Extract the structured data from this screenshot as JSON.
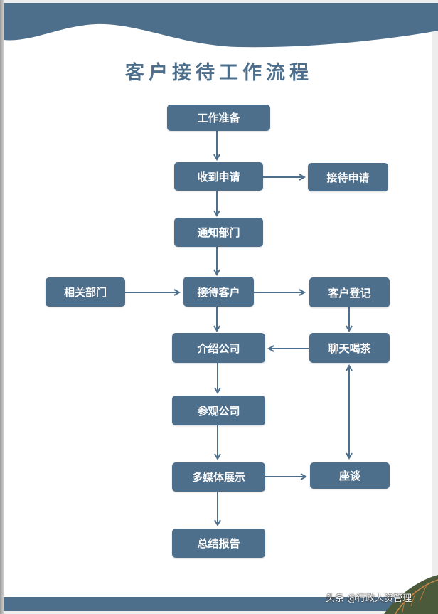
{
  "title": "客户接待工作流程",
  "colors": {
    "primary": "#4e6f8c",
    "background": "#ffffff",
    "text_on_primary": "#ffffff"
  },
  "nodes": {
    "prepare": "工作准备",
    "receive_application": "收到申请",
    "reception_application": "接待申请",
    "notify_department": "通知部门",
    "related_department": "相关部门",
    "receive_customer": "接待客户",
    "customer_registration": "客户登记",
    "introduce_company": "介绍公司",
    "chat_tea": "聊天喝茶",
    "visit_company": "参观公司",
    "multimedia_show": "多媒体展示",
    "discussion": "座谈",
    "summary_report": "总结报告"
  },
  "edges": [
    {
      "from": "工作准备",
      "to": "收到申请"
    },
    {
      "from": "收到申请",
      "to": "接待申请"
    },
    {
      "from": "收到申请",
      "to": "通知部门"
    },
    {
      "from": "通知部门",
      "to": "接待客户"
    },
    {
      "from": "相关部门",
      "to": "接待客户"
    },
    {
      "from": "接待客户",
      "to": "客户登记"
    },
    {
      "from": "接待客户",
      "to": "介绍公司"
    },
    {
      "from": "客户登记",
      "to": "聊天喝茶"
    },
    {
      "from": "聊天喝茶",
      "to": "介绍公司"
    },
    {
      "from": "聊天喝茶",
      "to": "座谈",
      "bidirectional": true
    },
    {
      "from": "介绍公司",
      "to": "参观公司"
    },
    {
      "from": "参观公司",
      "to": "多媒体展示"
    },
    {
      "from": "多媒体展示",
      "to": "座谈"
    },
    {
      "from": "多媒体展示",
      "to": "总结报告"
    }
  ],
  "watermark": "头条 @行政人资管理"
}
